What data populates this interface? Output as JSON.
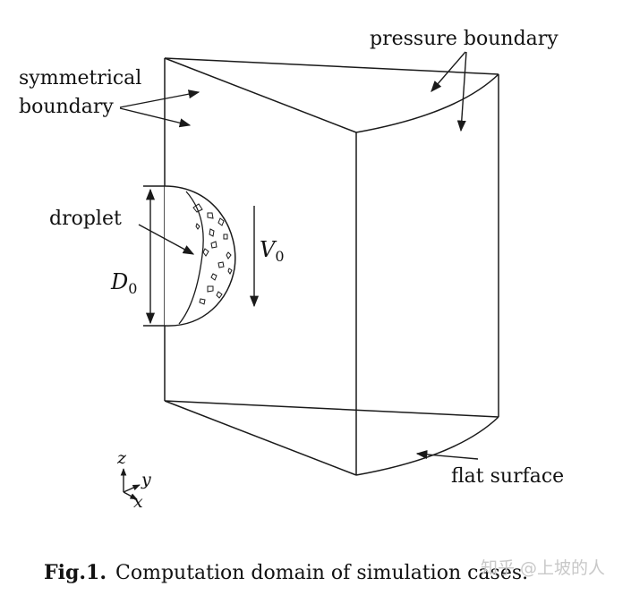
{
  "labels": {
    "pressure_boundary": "pressure boundary",
    "symmetrical_line1": "symmetrical",
    "symmetrical_line2": "boundary",
    "droplet": "droplet",
    "diameter_symbol": "D",
    "diameter_subscript": "0",
    "velocity_symbol": "V",
    "velocity_subscript": "0",
    "flat_surface": "flat surface"
  },
  "axes": {
    "z": "z",
    "y": "y",
    "x": "x"
  },
  "caption": {
    "prefix": "Fig.1.",
    "text": "Computation domain of simulation cases."
  },
  "watermark": "知乎 @上坡的人"
}
